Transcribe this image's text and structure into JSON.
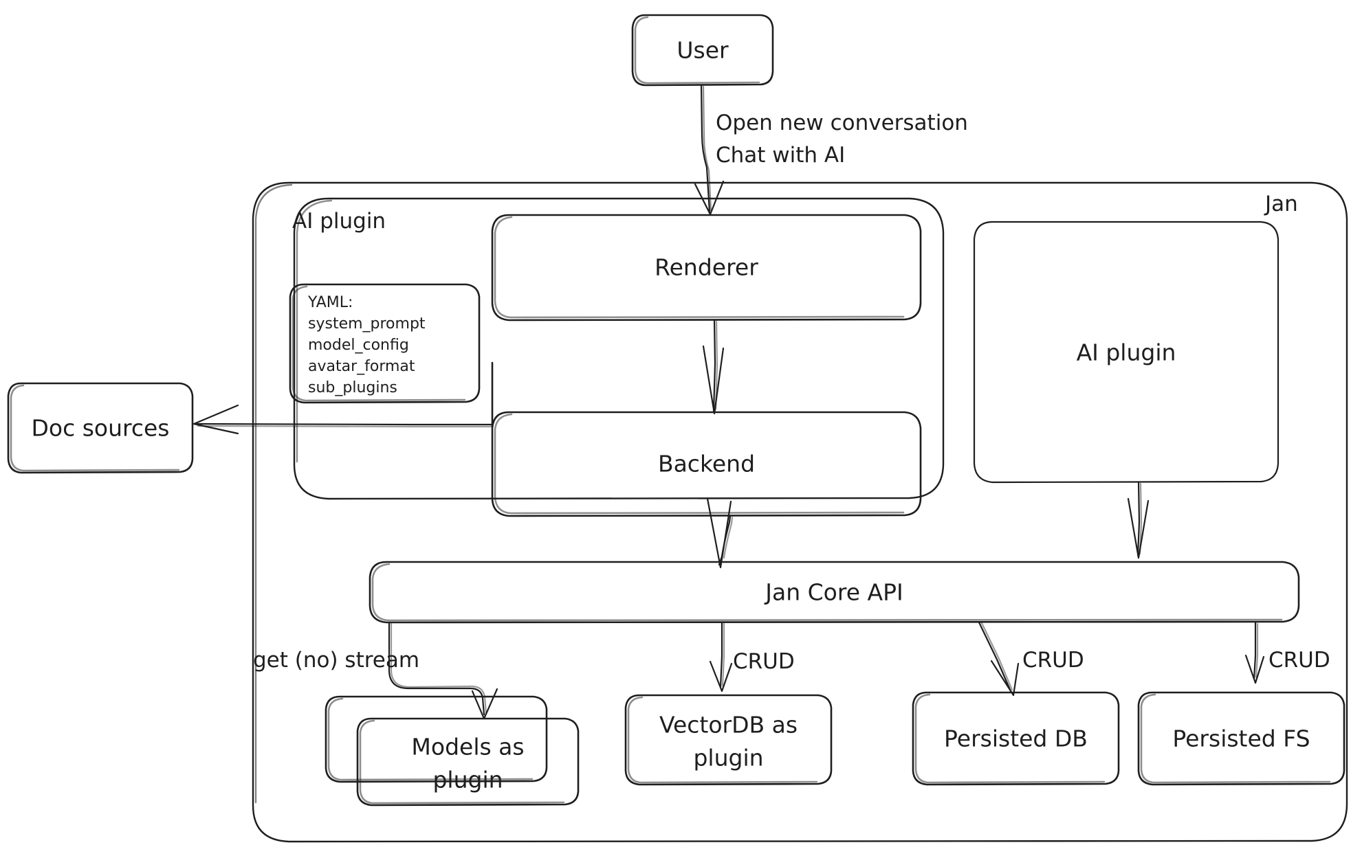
{
  "diagram": {
    "title": "Jan architecture diagram",
    "style": "hand-drawn",
    "stroke_color": "#1e1e1e",
    "background_color": "#ffffff"
  },
  "containers": [
    {
      "id": "jan",
      "label": "Jan",
      "label_position": "top-right"
    },
    {
      "id": "ai-plugin-group",
      "label": "AI plugin",
      "label_position": "top-left"
    }
  ],
  "nodes": {
    "user": {
      "label": "User"
    },
    "renderer": {
      "label": "Renderer"
    },
    "backend": {
      "label": "Backend"
    },
    "yaml": {
      "title": "YAML:",
      "items": [
        "system_prompt",
        "model_config",
        "avatar_format",
        "sub_plugins"
      ]
    },
    "doc_sources": {
      "label": "Doc sources"
    },
    "ai_plugin": {
      "label": "AI plugin"
    },
    "jan_core_api": {
      "label": "Jan Core API"
    },
    "models": {
      "line1": "Models as",
      "line2": "plugin"
    },
    "vectordb": {
      "line1": "VectorDB as",
      "line2": "plugin"
    },
    "persisted_db": {
      "label": "Persisted DB"
    },
    "persisted_fs": {
      "label": "Persisted FS"
    }
  },
  "edges": [
    {
      "id": "user-to-renderer",
      "from": "user",
      "to": "renderer",
      "line1": "Open new conversation",
      "line2": "Chat with AI"
    },
    {
      "id": "renderer-to-backend",
      "from": "renderer",
      "to": "backend",
      "label": ""
    },
    {
      "id": "backend-to-doc-sources",
      "from": "backend",
      "to": "doc_sources",
      "label": ""
    },
    {
      "id": "backend-to-core",
      "from": "backend",
      "to": "jan_core_api",
      "label": ""
    },
    {
      "id": "ai-plugin-to-core",
      "from": "ai_plugin",
      "to": "jan_core_api",
      "label": ""
    },
    {
      "id": "core-to-models",
      "from": "jan_core_api",
      "to": "models",
      "label": "get (no) stream"
    },
    {
      "id": "core-to-vectordb",
      "from": "jan_core_api",
      "to": "vectordb",
      "label": "CRUD"
    },
    {
      "id": "core-to-persisted-db",
      "from": "jan_core_api",
      "to": "persisted_db",
      "label": "CRUD"
    },
    {
      "id": "core-to-persisted-fs",
      "from": "jan_core_api",
      "to": "persisted_fs",
      "label": "CRUD"
    }
  ]
}
